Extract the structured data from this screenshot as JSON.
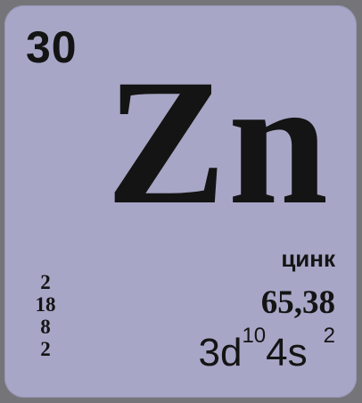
{
  "element": {
    "atomic_number": "30",
    "symbol": "Zn",
    "name": "цинк",
    "atomic_mass": "65,38",
    "shells": [
      "2",
      "18",
      "8",
      "2"
    ],
    "electron_configuration": {
      "part1": "3d",
      "part1_sup": "10",
      "part2": "4s",
      "part2_sup": "2"
    }
  },
  "colors": {
    "background": "#757579",
    "tile": "#a7a6c6",
    "text": "#141414"
  }
}
